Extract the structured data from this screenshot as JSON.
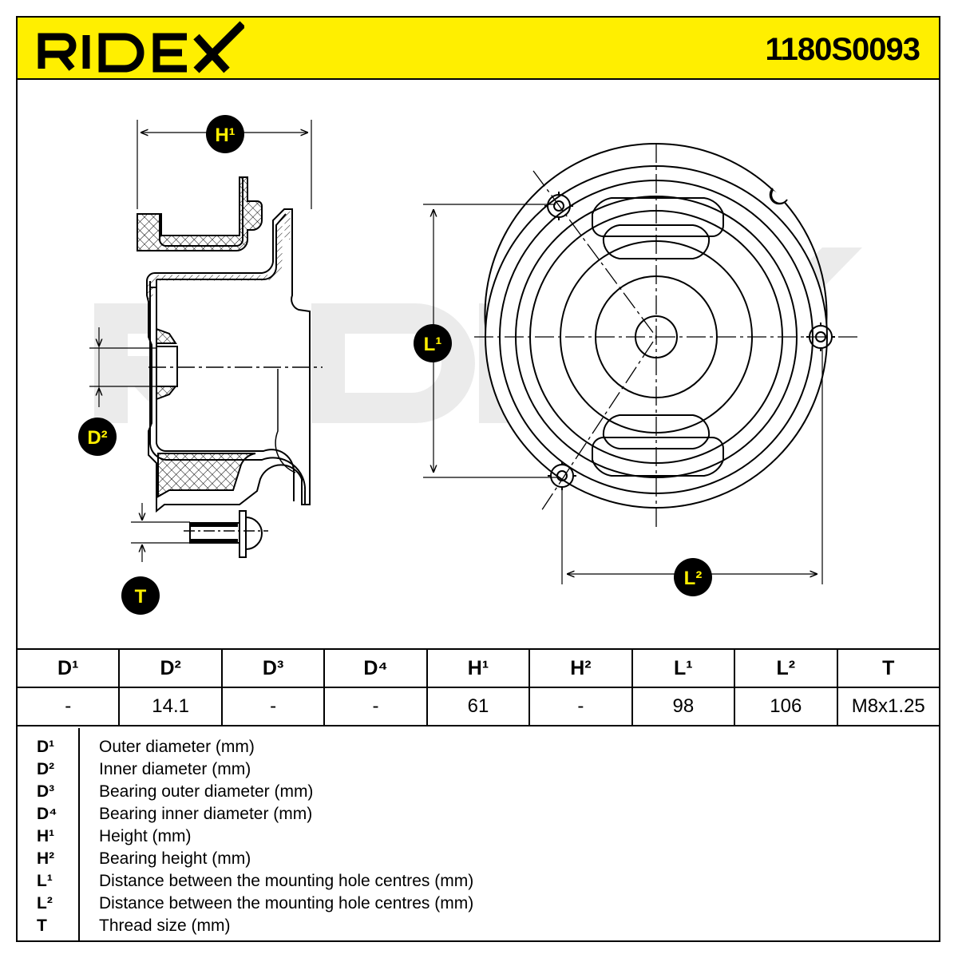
{
  "header": {
    "brand": "RIDEX",
    "part_number": "1180S0093",
    "brand_color": "#ffef00"
  },
  "watermark": "RIDEX",
  "diagram": {
    "badges": {
      "h1": "H¹",
      "l1": "L¹",
      "d2": "D²",
      "t": "T",
      "l2": "L²"
    }
  },
  "table": {
    "headers": [
      "D¹",
      "D²",
      "D³",
      "D⁴",
      "H¹",
      "H²",
      "L¹",
      "L²",
      "T"
    ],
    "values": [
      "-",
      "14.1",
      "-",
      "-",
      "61",
      "-",
      "98",
      "106",
      "M8x1.25"
    ]
  },
  "legend": [
    {
      "symbol": "D¹",
      "description": "Outer diameter (mm)"
    },
    {
      "symbol": "D²",
      "description": "Inner diameter (mm)"
    },
    {
      "symbol": "D³",
      "description": "Bearing outer diameter (mm)"
    },
    {
      "symbol": "D⁴",
      "description": "Bearing inner diameter (mm)"
    },
    {
      "symbol": "H¹",
      "description": "Height (mm)"
    },
    {
      "symbol": "H²",
      "description": "Bearing height (mm)"
    },
    {
      "symbol": "L¹",
      "description": "Distance between the mounting hole centres (mm)"
    },
    {
      "symbol": "L²",
      "description": "Distance between the mounting hole centres (mm)"
    },
    {
      "symbol": "T",
      "description": "Thread size (mm)"
    }
  ]
}
